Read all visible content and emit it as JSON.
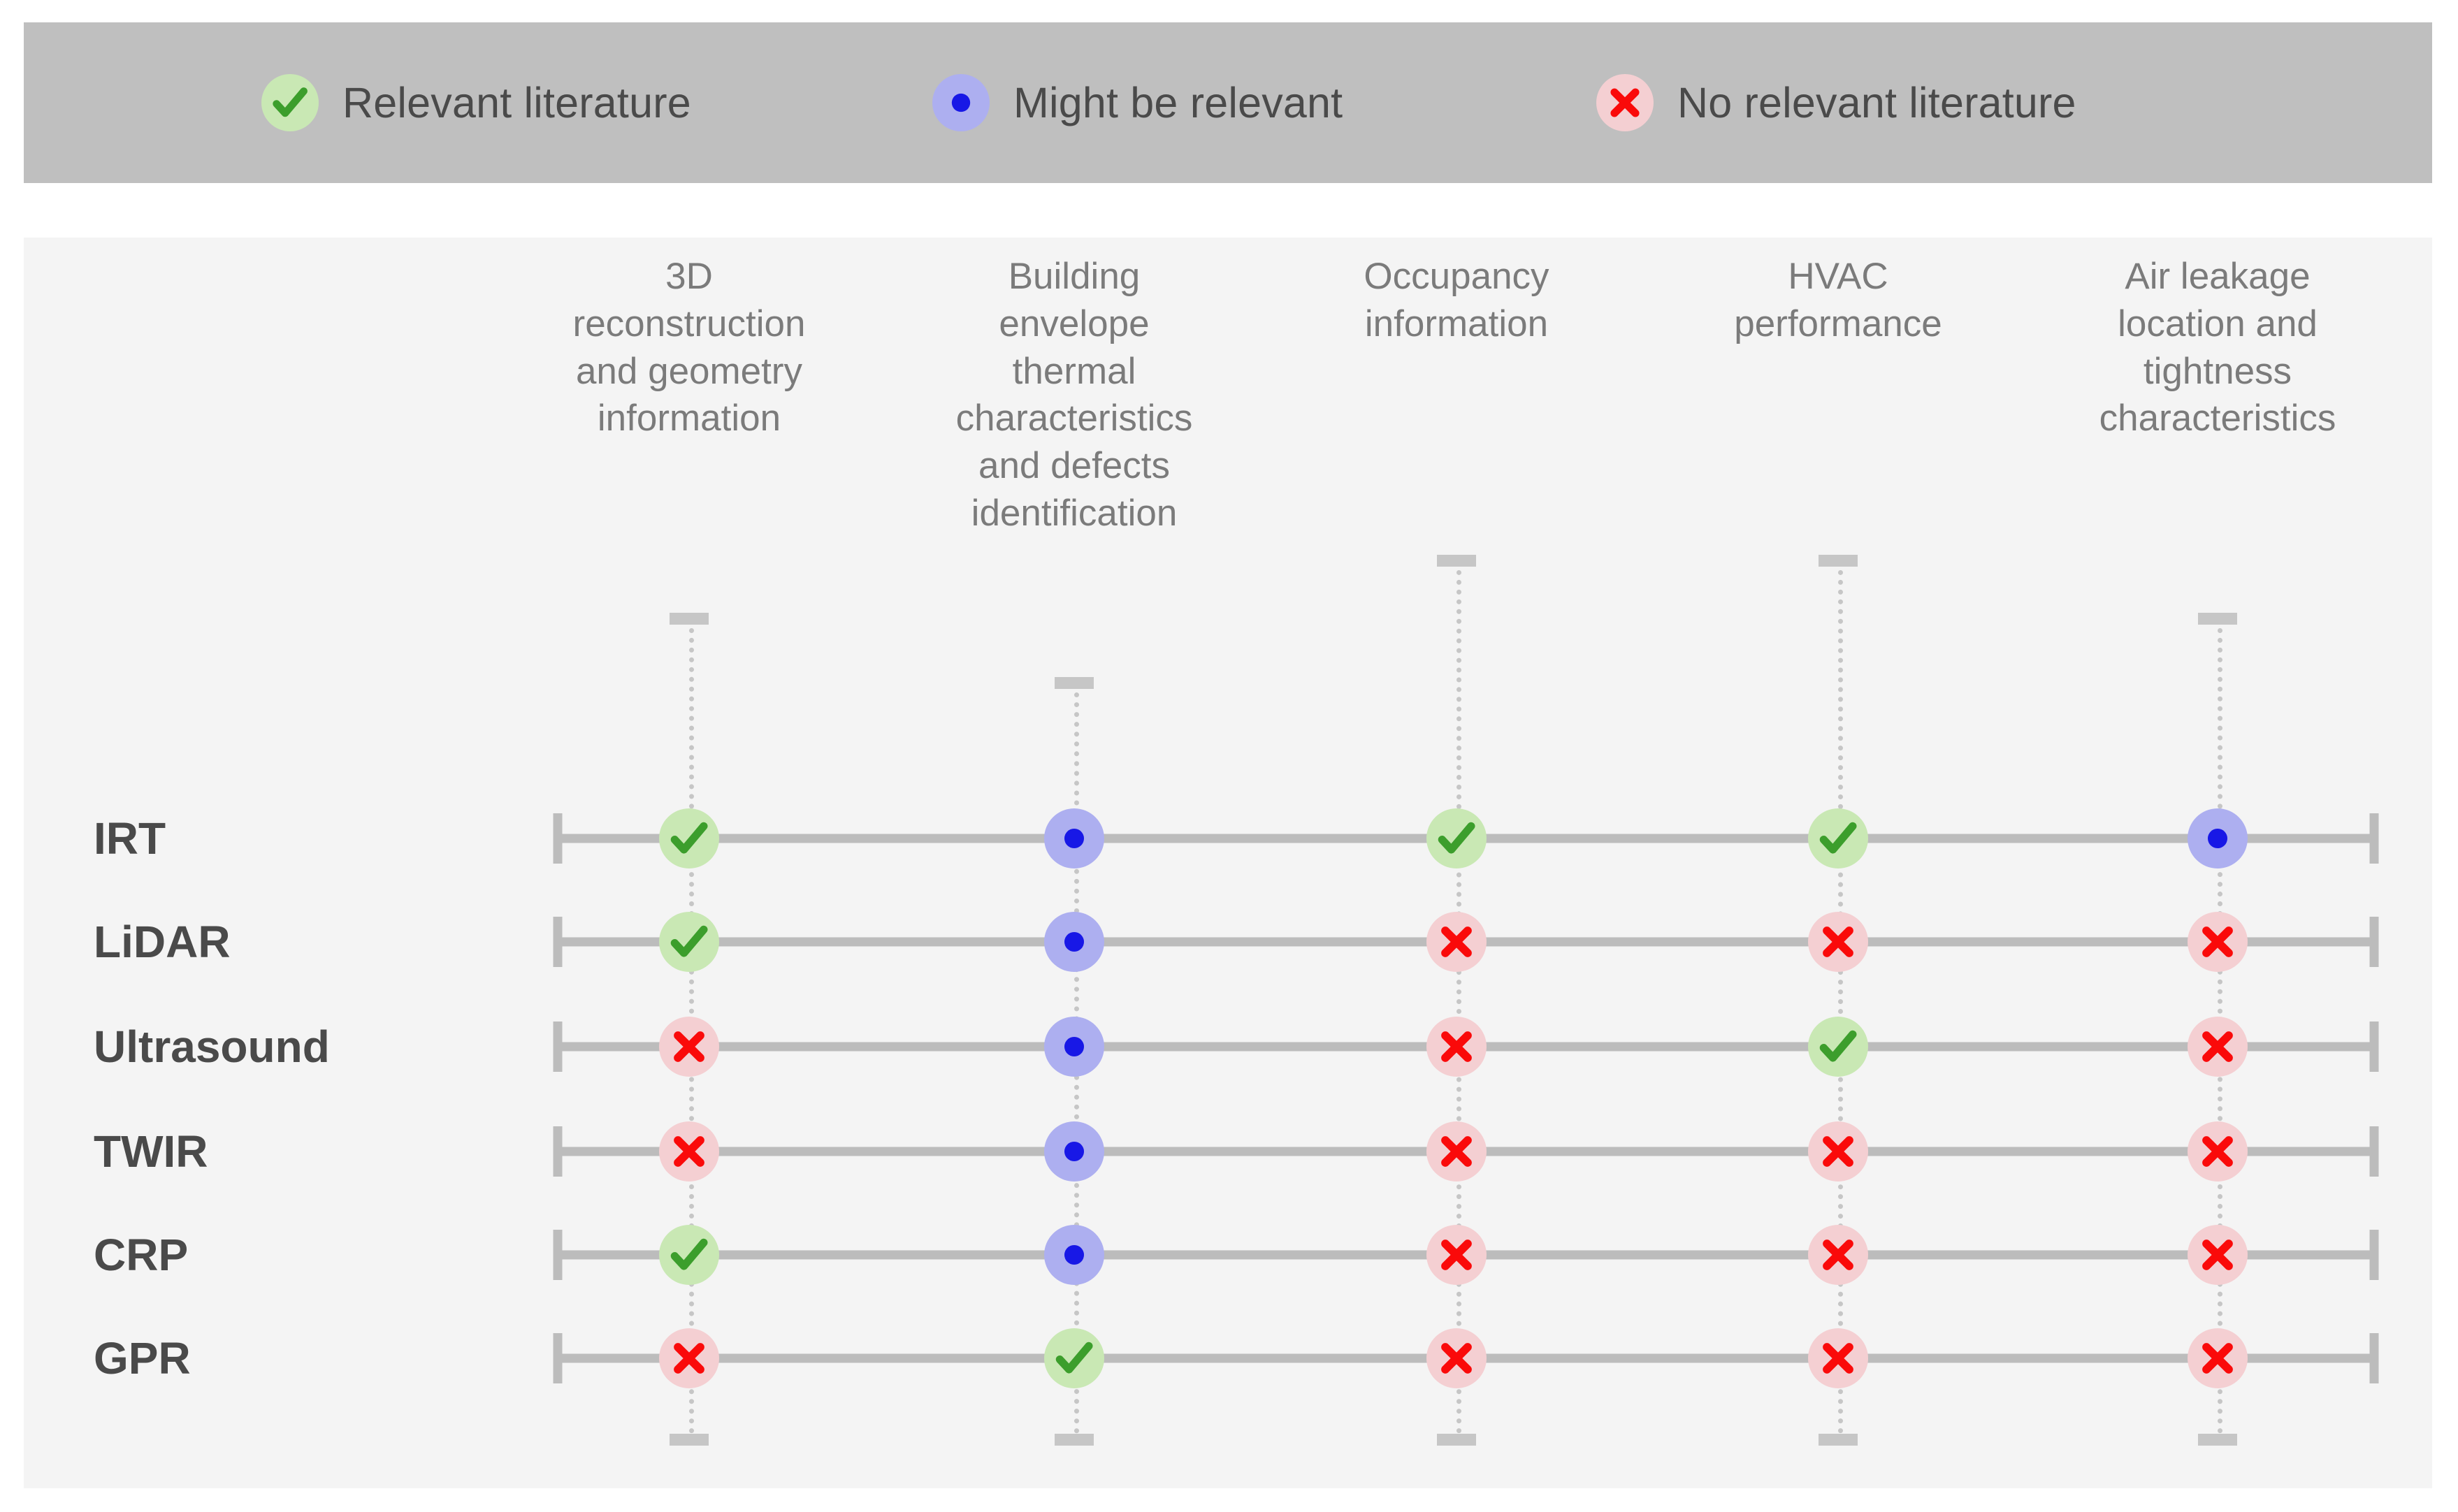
{
  "legend": {
    "background_color": "#bfbfbf",
    "items": [
      {
        "icon": "check-icon",
        "label": "Relevant literature",
        "fill": "#c9e8b4",
        "glyph_color": "#3c9e2c"
      },
      {
        "icon": "dot-icon",
        "label": "Might be relevant",
        "fill": "#adaff0",
        "glyph_color": "#1818e6"
      },
      {
        "icon": "cross-icon",
        "label": "No relevant literature",
        "fill": "#f4cfd2",
        "glyph_color": "#fa0a0a"
      }
    ]
  },
  "panel": {
    "background_color": "#f4f4f4"
  },
  "chart_data": {
    "type": "table",
    "title": "",
    "legend_position": "top",
    "row_header": "",
    "categories": [
      "3D\nreconstruction\nand geometry\ninformation",
      "Building\nenvelope\nthermal\ncharacteristics\nand defects\nidentification",
      "Occupancy\ninformation",
      "HVAC\nperformance",
      "Air leakage\nlocation and\ntightness\ncharacteristics"
    ],
    "rows": [
      {
        "label": "IRT",
        "values": [
          "check",
          "dot",
          "check",
          "check",
          "dot"
        ]
      },
      {
        "label": "LiDAR",
        "values": [
          "check",
          "dot",
          "cross",
          "cross",
          "cross"
        ]
      },
      {
        "label": "Ultrasound",
        "values": [
          "cross",
          "dot",
          "cross",
          "check",
          "cross"
        ]
      },
      {
        "label": "TWIR",
        "values": [
          "cross",
          "dot",
          "cross",
          "cross",
          "cross"
        ]
      },
      {
        "label": "CRP",
        "values": [
          "check",
          "dot",
          "cross",
          "cross",
          "cross"
        ]
      },
      {
        "label": "GPR",
        "values": [
          "cross",
          "check",
          "cross",
          "cross",
          "cross"
        ]
      }
    ],
    "marker_styles": {
      "check": {
        "fill": "#c9e8b4",
        "glyph_color": "#3c9e2c",
        "name": "check-icon"
      },
      "dot": {
        "fill": "#adaff0",
        "glyph_color": "#1818e6",
        "name": "dot-icon"
      },
      "cross": {
        "fill": "#f4cfd2",
        "glyph_color": "#fa0a0a",
        "name": "cross-icon"
      }
    },
    "colors": {
      "line": "#bcbcbc",
      "stem": "#c6c6c6",
      "header_text": "#7b7b7b",
      "row_label_text": "#4a4a4a"
    }
  }
}
